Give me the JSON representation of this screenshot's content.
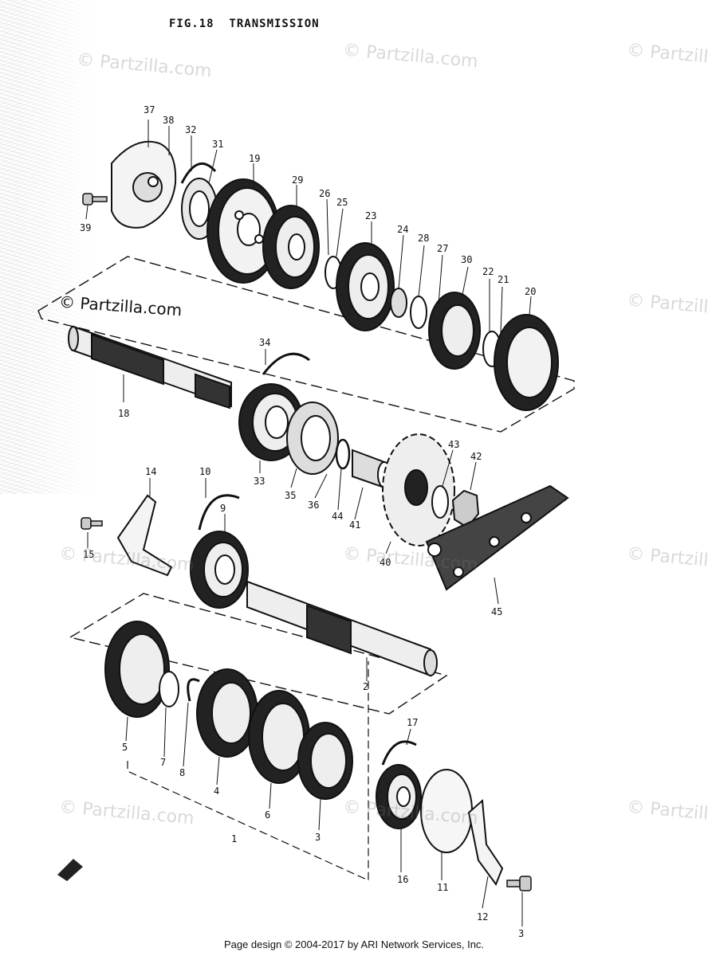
{
  "title": "FIG.18  TRANSMISSION",
  "footer": "Page design © 2004-2017 by ARI Network Services, Inc.",
  "watermark": "© Partzilla.com",
  "part_numbers": [
    "37",
    "38",
    "32",
    "31",
    "19",
    "29",
    "26",
    "25",
    "23",
    "24",
    "28",
    "27",
    "30",
    "22",
    "21",
    "20",
    "39",
    "34",
    "18",
    "33",
    "35",
    "36",
    "44",
    "41",
    "43",
    "42",
    "40",
    "45",
    "14",
    "10",
    "9",
    "15",
    "2",
    "17",
    "5",
    "7",
    "8",
    "4",
    "6",
    "3",
    "1",
    "16",
    "11",
    "12",
    "3"
  ]
}
